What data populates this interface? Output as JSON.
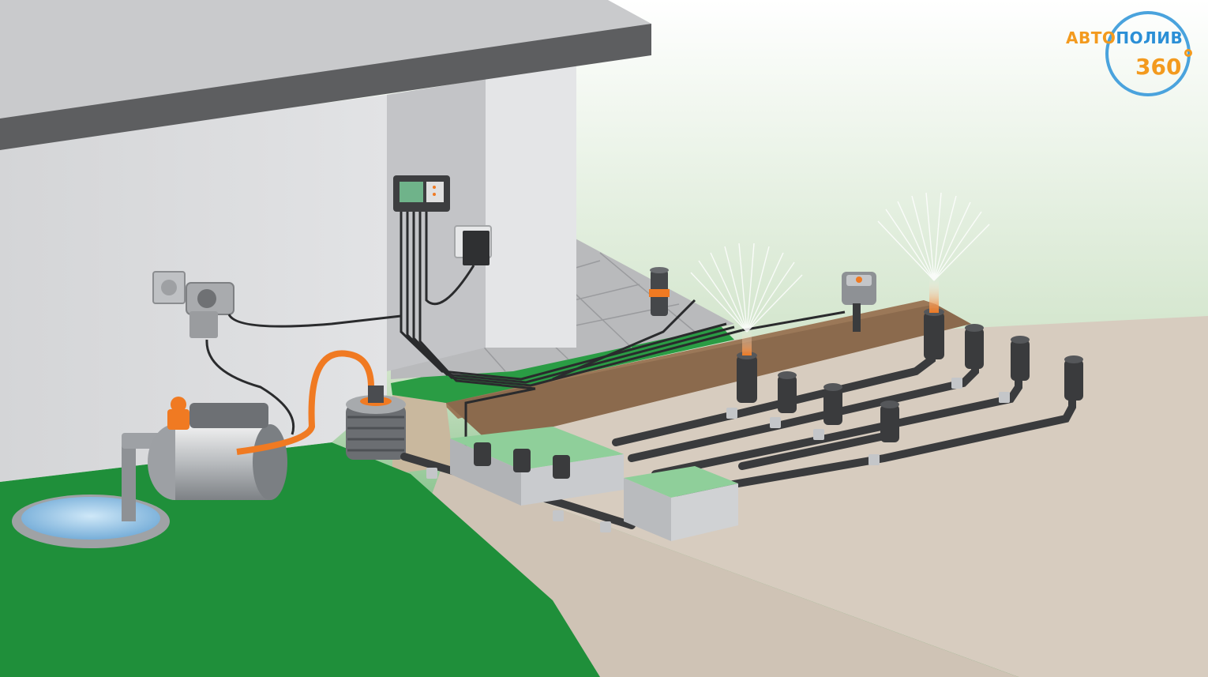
{
  "logo": {
    "word_part1": "АВТО",
    "word_part2": "ПОЛИВ",
    "number": "360",
    "colors": {
      "orange": "#f39a1e",
      "blue": "#2b8fd6"
    }
  },
  "colors": {
    "lawn": "#1f8f3a",
    "wall": "#d9dadc",
    "roof": "#5d5e60",
    "path": "#d7ccbf",
    "soil": "#8b6a4d",
    "pipe": "#3a3b3d",
    "accent": "#f07a22",
    "water": "#8fc3e8"
  }
}
